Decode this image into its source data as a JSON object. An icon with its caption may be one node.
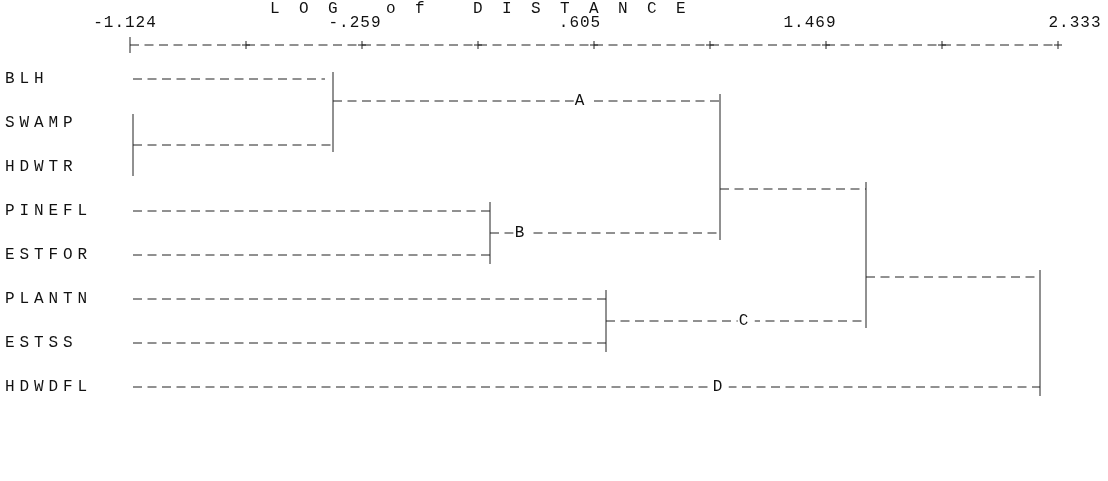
{
  "diagram": {
    "title": "L O G   o f   D I S T A N C E",
    "labels": [
      "-1.124",
      "-.259",
      ".605",
      "1.469",
      "2.333",
      "BLH",
      "A",
      "SWAMP",
      "HDWTR",
      "PINEFL",
      "B",
      "ESTFOR",
      "PLANTN",
      "C",
      "ESTSS",
      "HDWDFL",
      "D"
    ]
  }
}
